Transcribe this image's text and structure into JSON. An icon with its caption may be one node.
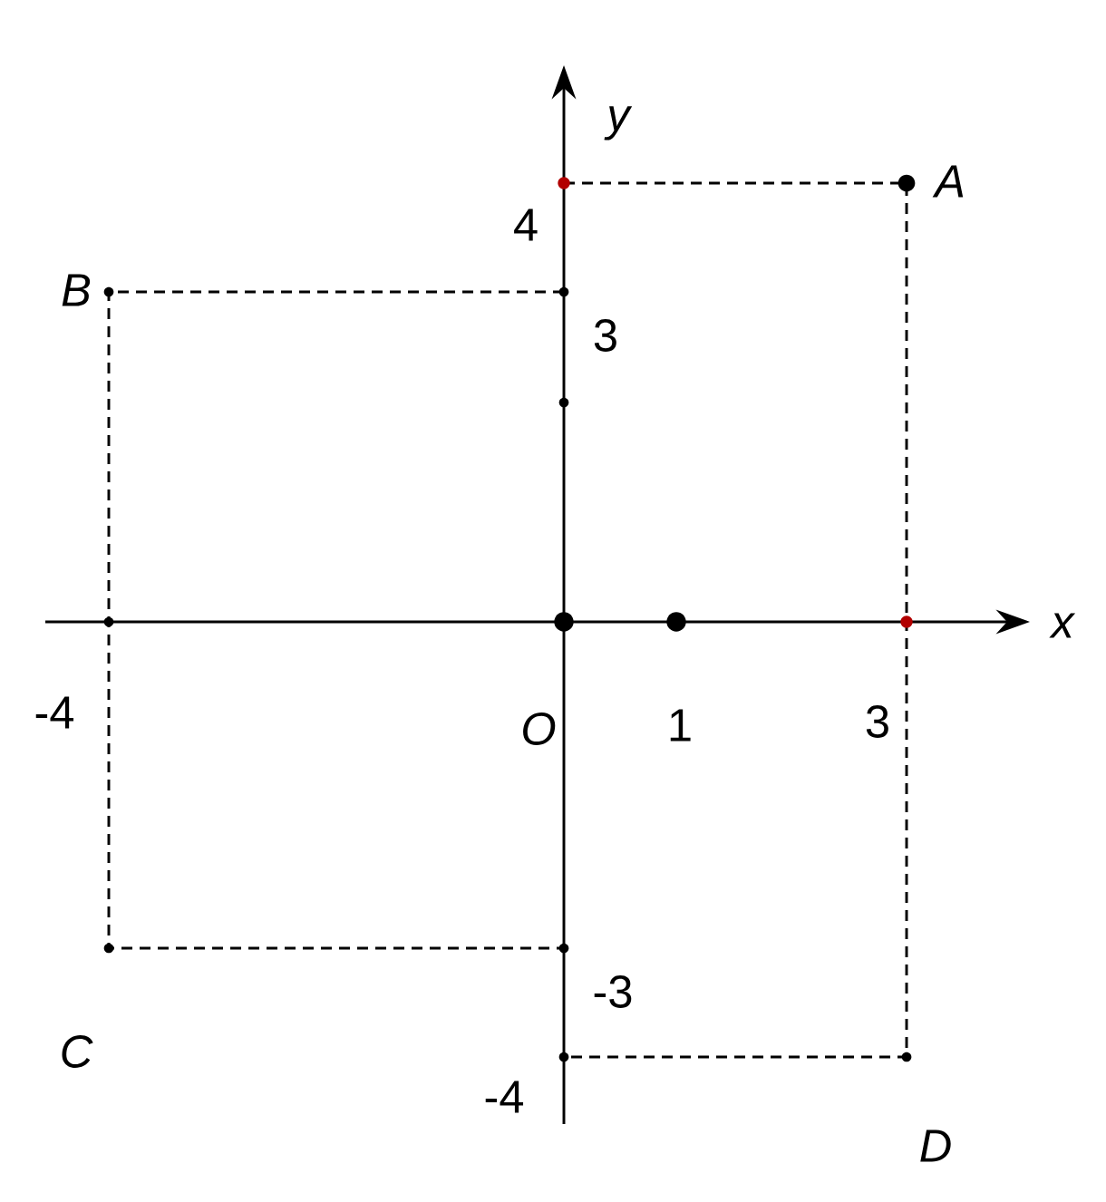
{
  "diagram": {
    "labels": [
      "y",
      "A",
      "4",
      "B",
      "3",
      "x",
      "-4",
      "O",
      "1",
      "3",
      "-3",
      "C",
      "-4",
      "D"
    ]
  }
}
